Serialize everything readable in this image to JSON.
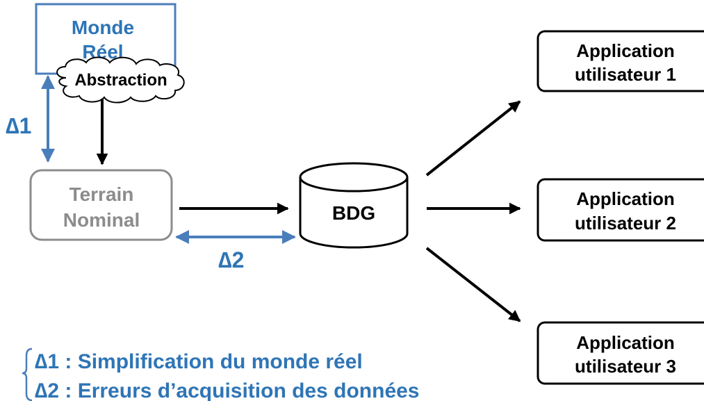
{
  "diagram": {
    "monde_reel": {
      "line1": "Monde",
      "line2": "Réel"
    },
    "abstraction": {
      "label": "Abstraction"
    },
    "terrain": {
      "line1": "Terrain",
      "line2": "Nominal"
    },
    "bdg": {
      "label": "BDG"
    },
    "delta1": {
      "label": "∆1"
    },
    "delta2": {
      "label": "∆2"
    },
    "apps": [
      {
        "line1": "Application",
        "line2": "utilisateur 1"
      },
      {
        "line1": "Application",
        "line2": "utilisateur 2"
      },
      {
        "line1": "Application",
        "line2": "utilisateur 3"
      }
    ],
    "legend": {
      "item1": "∆1 : Simplification du monde réel",
      "item2": "∆2 : Erreurs d’acquisition des données"
    }
  },
  "colors": {
    "blue": "#2E75B6",
    "arrow_blue": "#4A7EBB",
    "gray": "#8C8C8C",
    "black": "#000000"
  }
}
